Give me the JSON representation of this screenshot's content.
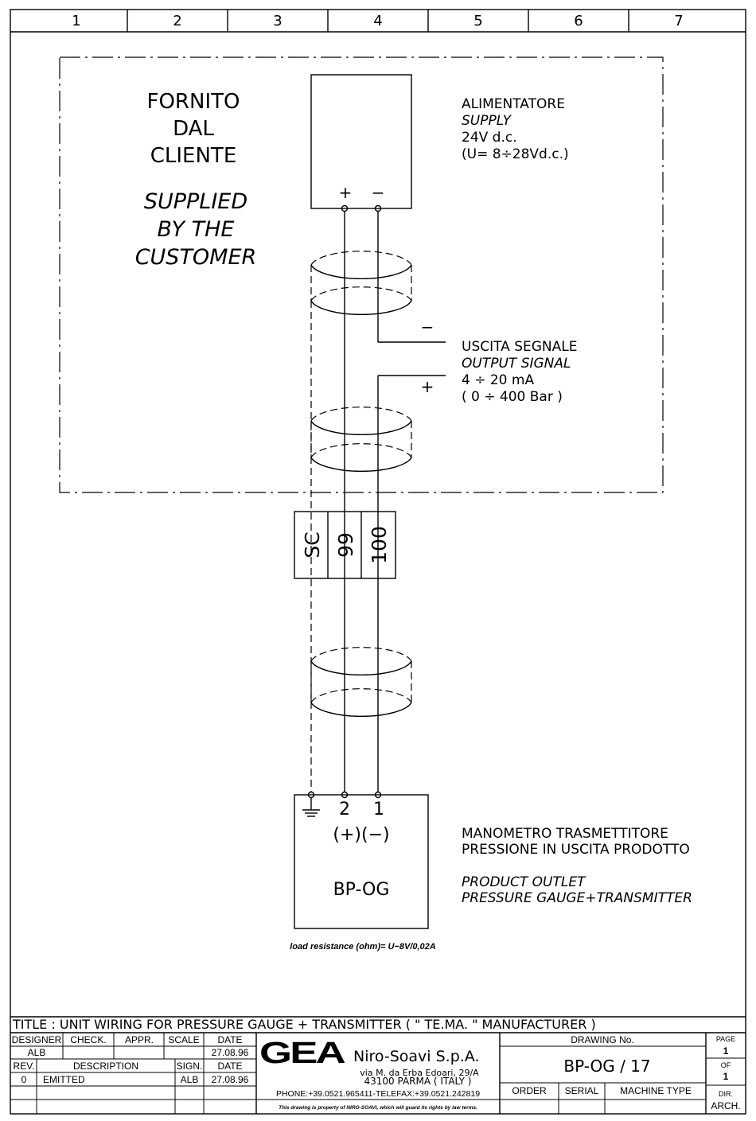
{
  "grid": {
    "columns": [
      "1",
      "2",
      "3",
      "4",
      "5",
      "6",
      "7"
    ]
  },
  "customer_area": {
    "it_lines": [
      "FORNITO",
      "DAL",
      "CLIENTE"
    ],
    "en_lines": [
      "SUPPLIED",
      "BY THE",
      "CUSTOMER"
    ]
  },
  "supply": {
    "plus_terminal": "+",
    "minus_terminal": "−",
    "label_it": "ALIMENTATORE",
    "label_en": "SUPPLY",
    "voltage": "24V d.c.",
    "range": "(U= 8÷28Vd.c.)"
  },
  "signal": {
    "minus_sign": "−",
    "plus_sign": "+",
    "label_it": "USCITA SEGNALE",
    "label_en": "OUTPUT SIGNAL",
    "current": "4 ÷ 20 mA",
    "range": "( 0 ÷ 400 Bar )"
  },
  "terminal_block": {
    "terminals": [
      "SC",
      "99",
      "100"
    ]
  },
  "device": {
    "pin_2": "2",
    "pin_1": "1",
    "polarity": "(+)(−)",
    "name": "BP-OG",
    "label_it_1": "MANOMETRO TRASMETTITORE",
    "label_it_2": "PRESSIONE IN USCITA PRODOTTO",
    "label_en_1": "PRODUCT OUTLET",
    "label_en_2": "PRESSURE GAUGE+TRANSMITTER",
    "load_note": "load resistance (ohm)= U−8V/0,02A"
  },
  "title_block": {
    "title": "TITLE : UNIT WIRING FOR PRESSURE GAUGE + TRANSMITTER ( \" TE.MA. \" MANUFACTURER )",
    "hdr_designer": "DESIGNER",
    "hdr_check": "CHECK.",
    "hdr_appr": "APPR.",
    "hdr_scale": "SCALE",
    "hdr_date": "DATE",
    "designer": "ALB",
    "date_1": "27.08.96",
    "hdr_rev": "REV.",
    "hdr_description": "DESCRIPTION",
    "hdr_sign": "SIGN.",
    "hdr_date_2": "DATE",
    "rev": "0",
    "description": "EMITTED",
    "sign": "ALB",
    "date_2": "27.08.96",
    "logo": "GEA",
    "company": "Niro-Soavi S.p.A.",
    "address_1": "via M. da Erba Edoari, 29/A",
    "address_2": "43100 PARMA ( ITALY )",
    "phone": "PHONE:+39.0521.965411-TELEFAX:+39.0521.242819",
    "property_note": "This drawing is property of NIRO-SOAVI, which will guard its rights by law terms.",
    "hdr_drawing_no": "DRAWING No.",
    "drawing_no": "BP-OG / 17",
    "hdr_order": "ORDER",
    "hdr_serial": "SERIAL",
    "hdr_machine_type": "MACHINE TYPE",
    "hdr_page": "PAGE",
    "page": "1",
    "hdr_of": "OF",
    "of": "1",
    "hdr_dir": "DIR.",
    "hdr_arch": "ARCH."
  }
}
